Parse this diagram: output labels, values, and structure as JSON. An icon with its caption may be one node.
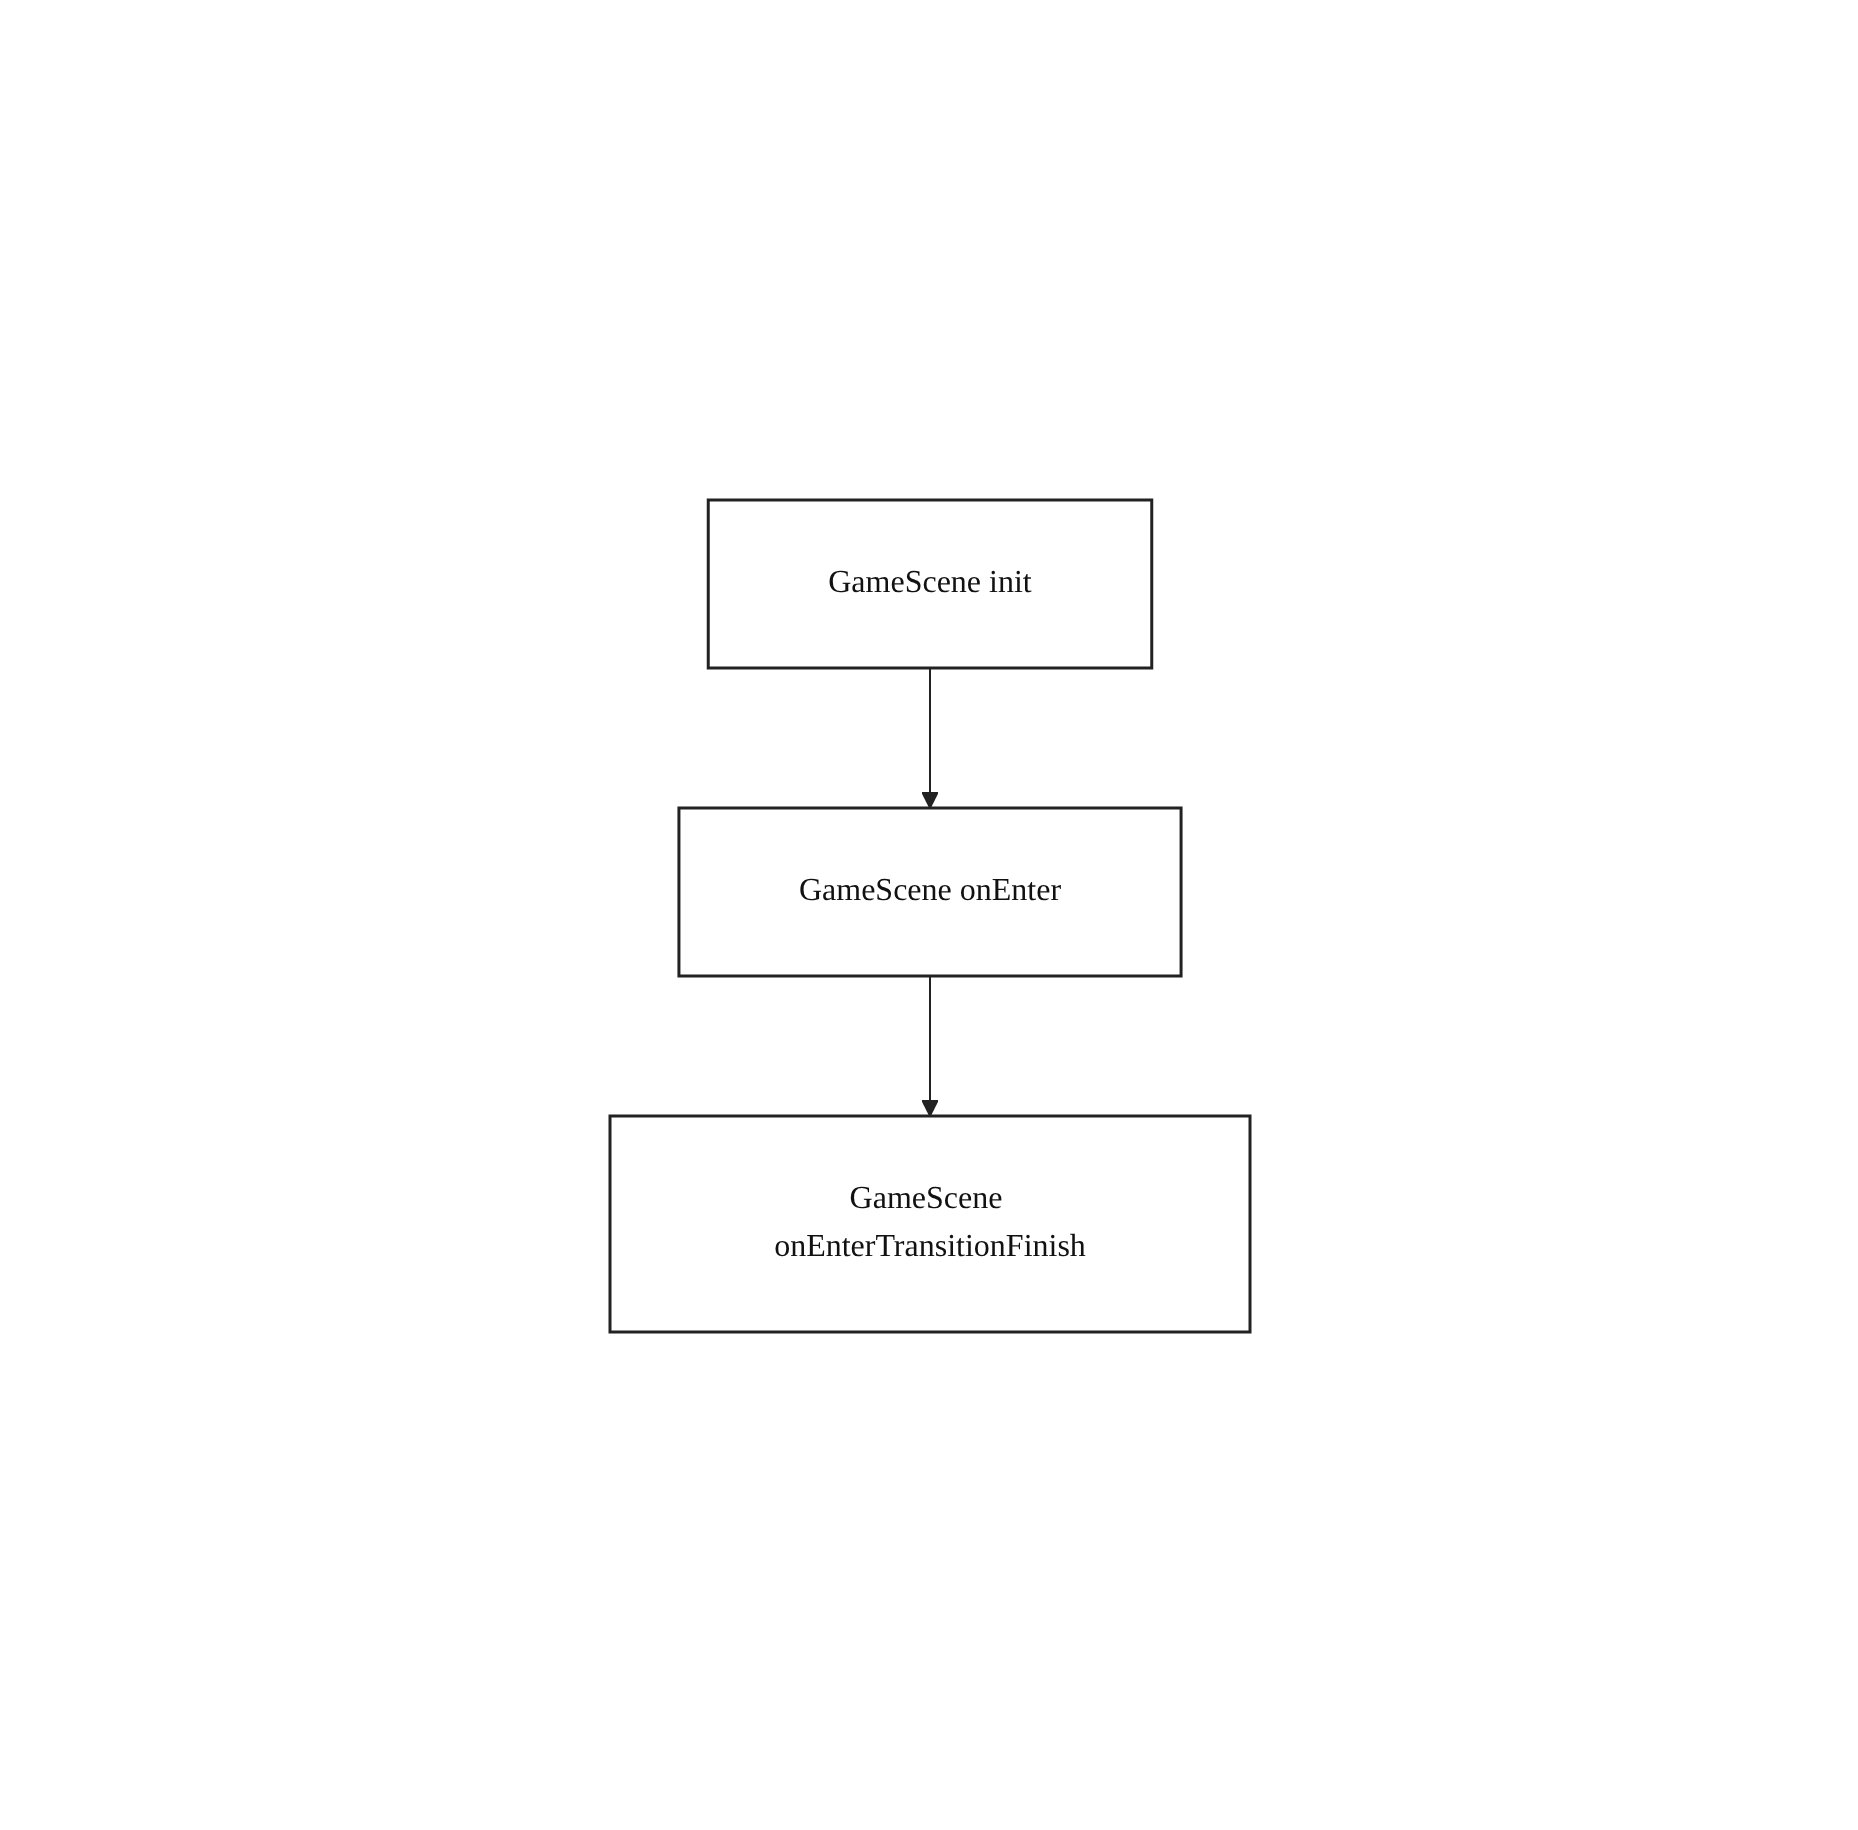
{
  "diagram": {
    "nodes": [
      {
        "text": [
          "GameScene init"
        ]
      },
      {
        "text": [
          "GameScene onEnter"
        ]
      },
      {
        "text": [
          "GameScene onEnterTransitionFinish"
        ]
      }
    ],
    "edges": [
      {
        "from": 0,
        "to": 1,
        "arrow": "to"
      },
      {
        "from": 1,
        "to": 2,
        "arrow": "to"
      }
    ]
  }
}
